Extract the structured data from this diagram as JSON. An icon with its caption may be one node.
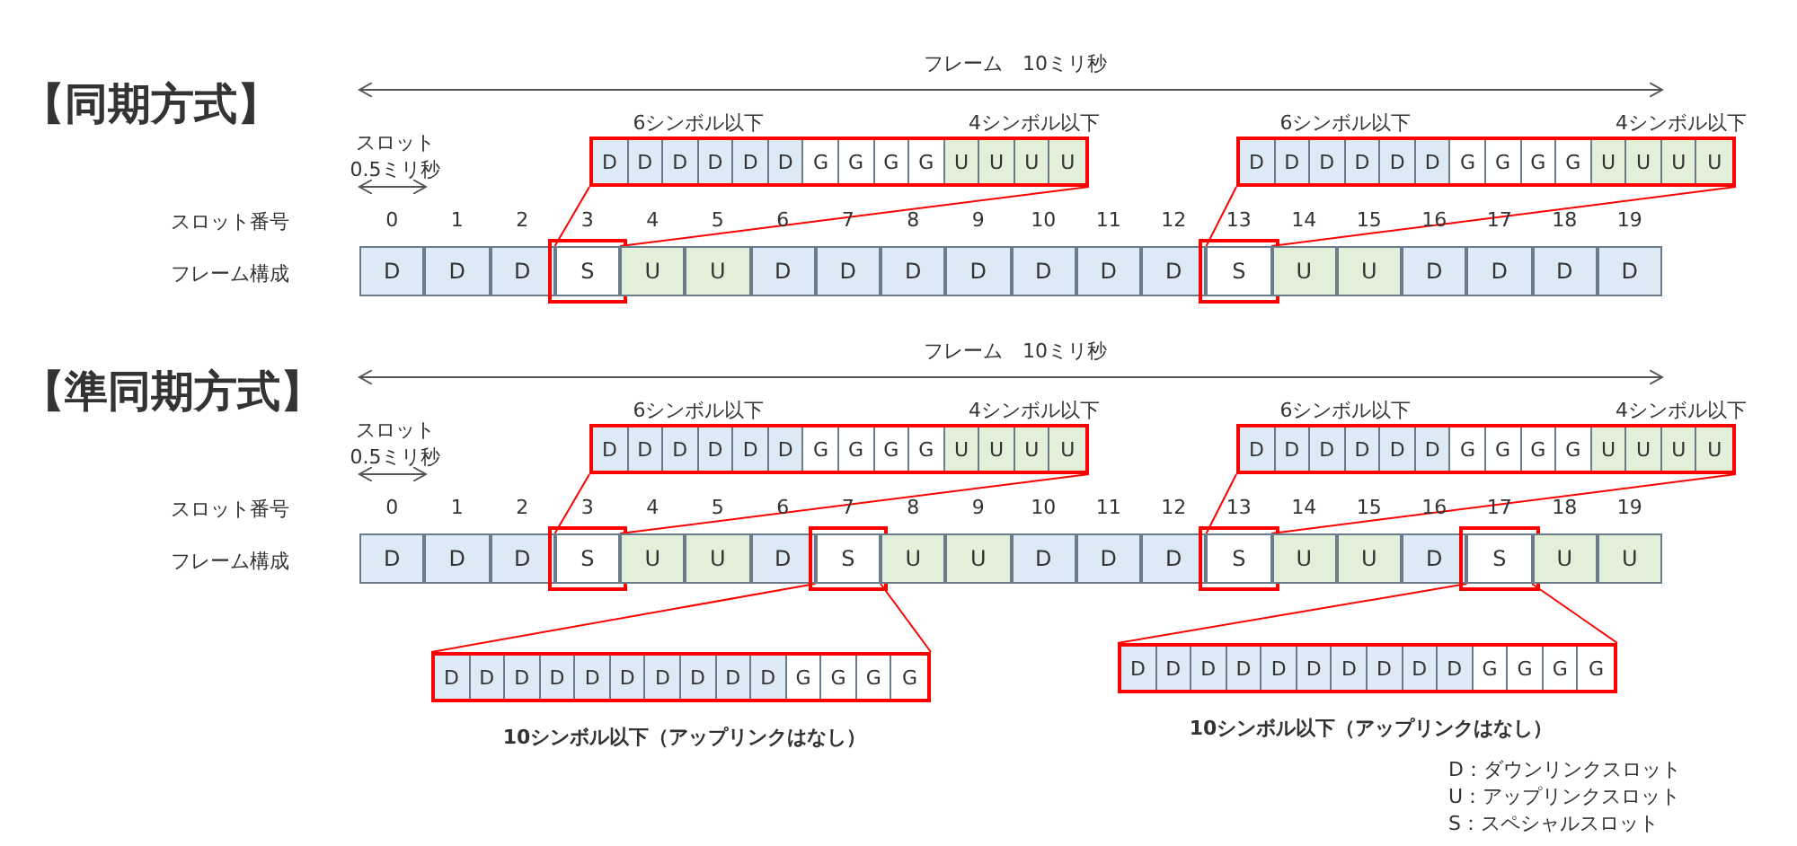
{
  "diagram": {
    "nodes": [
      {
        "text": [
          "D",
          "D",
          "D",
          "D",
          "D",
          "D",
          "G",
          "G",
          "G",
          "G",
          "U",
          "U",
          "U",
          "U"
        ],
        "beside": [
          "6シンボル以下",
          "4シンボル以下"
        ]
      },
      {
        "text": [
          "D",
          "D",
          "D",
          "D",
          "D",
          "D",
          "G",
          "G",
          "G",
          "G",
          "U",
          "U",
          "U",
          "U"
        ],
        "beside": [
          "6シンボル以下",
          "4シンボル以下"
        ]
      },
      {
        "text": [
          "D"
        ]
      },
      {
        "text": [
          "D"
        ]
      },
      {
        "text": [
          "D"
        ]
      },
      {
        "text": [
          "S"
        ]
      },
      {
        "text": [
          "U"
        ]
      },
      {
        "text": [
          "U"
        ]
      },
      {
        "text": [
          "D"
        ]
      },
      {
        "text": [
          "D"
        ]
      },
      {
        "text": [
          "D"
        ]
      },
      {
        "text": [
          "D"
        ]
      },
      {
        "text": [
          "D"
        ]
      },
      {
        "text": [
          "D"
        ]
      },
      {
        "text": [
          "D"
        ]
      },
      {
        "text": [
          "S"
        ]
      },
      {
        "text": [
          "U"
        ]
      },
      {
        "text": [
          "U"
        ]
      },
      {
        "text": [
          "D"
        ]
      },
      {
        "text": [
          "D"
        ]
      },
      {
        "text": [
          "D"
        ]
      },
      {
        "text": [
          "D"
        ]
      },
      {
        "text": [
          "D",
          "D",
          "D",
          "D",
          "D",
          "D",
          "G",
          "G",
          "G",
          "G",
          "U",
          "U",
          "U",
          "U"
        ],
        "beside": [
          "6シンボル以下",
          "4シンボル以下"
        ]
      },
      {
        "text": [
          "D",
          "D",
          "D",
          "D",
          "D",
          "D",
          "G",
          "G",
          "G",
          "G",
          "U",
          "U",
          "U",
          "U"
        ],
        "beside": [
          "6シンボル以下",
          "4シンボル以下"
        ]
      },
      {
        "text": [
          "D"
        ]
      },
      {
        "text": [
          "D"
        ]
      },
      {
        "text": [
          "D"
        ]
      },
      {
        "text": [
          "S"
        ]
      },
      {
        "text": [
          "U"
        ]
      },
      {
        "text": [
          "U"
        ]
      },
      {
        "text": [
          "D"
        ]
      },
      {
        "text": [
          "S"
        ]
      },
      {
        "text": [
          "U"
        ]
      },
      {
        "text": [
          "U"
        ]
      },
      {
        "text": [
          "D"
        ]
      },
      {
        "text": [
          "D"
        ]
      },
      {
        "text": [
          "D"
        ]
      },
      {
        "text": [
          "S"
        ]
      },
      {
        "text": [
          "U"
        ]
      },
      {
        "text": [
          "U"
        ]
      },
      {
        "text": [
          "D"
        ]
      },
      {
        "text": [
          "S"
        ]
      },
      {
        "text": [
          "U"
        ]
      },
      {
        "text": [
          "U"
        ]
      },
      {
        "text": [
          "D",
          "D",
          "D",
          "D",
          "D",
          "D",
          "D",
          "D",
          "D",
          "D",
          "G",
          "G",
          "G",
          "G"
        ],
        "beside": [
          "10シンボル以下（アップリンクはなし）"
        ]
      },
      {
        "text": [
          "D",
          "D",
          "D",
          "D",
          "D",
          "D",
          "D",
          "D",
          "D",
          "D",
          "G",
          "G",
          "G",
          "G"
        ],
        "beside": [
          "10シンボル以下（アップリンクはなし）"
        ]
      }
    ],
    "edges": [
      {
        "from": 5,
        "to": 0,
        "arrow": "none"
      },
      {
        "from": 5,
        "to": 0,
        "arrow": "none"
      },
      {
        "from": 15,
        "to": 1,
        "arrow": "none"
      },
      {
        "from": 15,
        "to": 1,
        "arrow": "none"
      },
      {
        "from": 27,
        "to": 22,
        "arrow": "none"
      },
      {
        "from": 27,
        "to": 22,
        "arrow": "none"
      },
      {
        "from": 37,
        "to": 23,
        "arrow": "none"
      },
      {
        "from": 37,
        "to": 23,
        "arrow": "none"
      },
      {
        "from": 31,
        "to": 44,
        "arrow": "none"
      },
      {
        "from": 31,
        "to": 44,
        "arrow": "none"
      },
      {
        "from": 41,
        "to": 45,
        "arrow": "none"
      },
      {
        "from": 41,
        "to": 45,
        "arrow": "none"
      }
    ],
    "labels": [
      "【同期方式】",
      "フレーム　10ミリ秒",
      "スロット 0.5ミリ秒",
      "スロット番号",
      "0",
      "1",
      "2",
      "3",
      "4",
      "5",
      "6",
      "7",
      "8",
      "9",
      "10",
      "11",
      "12",
      "13",
      "14",
      "15",
      "16",
      "17",
      "18",
      "19",
      "フレーム構成",
      "【準同期方式】",
      "フレーム　10ミリ秒",
      "スロット 0.5ミリ秒",
      "スロット番号",
      "0",
      "1",
      "2",
      "3",
      "4",
      "5",
      "6",
      "7",
      "8",
      "9",
      "10",
      "11",
      "12",
      "13",
      "14",
      "15",
      "16",
      "17",
      "18",
      "19",
      "フレーム構成",
      "D：ダウンリンクスロット",
      "U：アップリンクスロット",
      "S：スペシャルスロット"
    ]
  }
}
